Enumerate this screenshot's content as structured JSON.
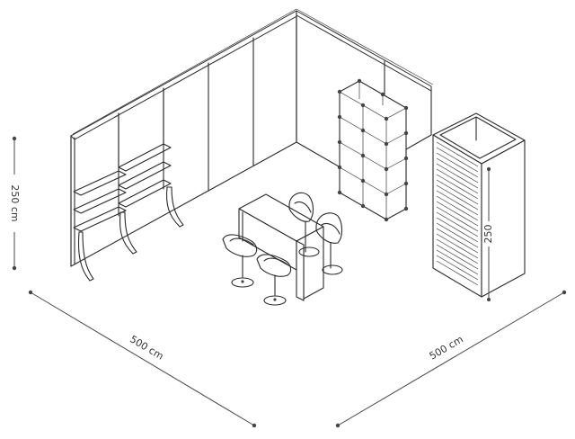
{
  "dimensions": {
    "height_left": "250 cm",
    "width_left": "500 cm",
    "width_right": "500 cm",
    "height_cabinet": "250"
  }
}
